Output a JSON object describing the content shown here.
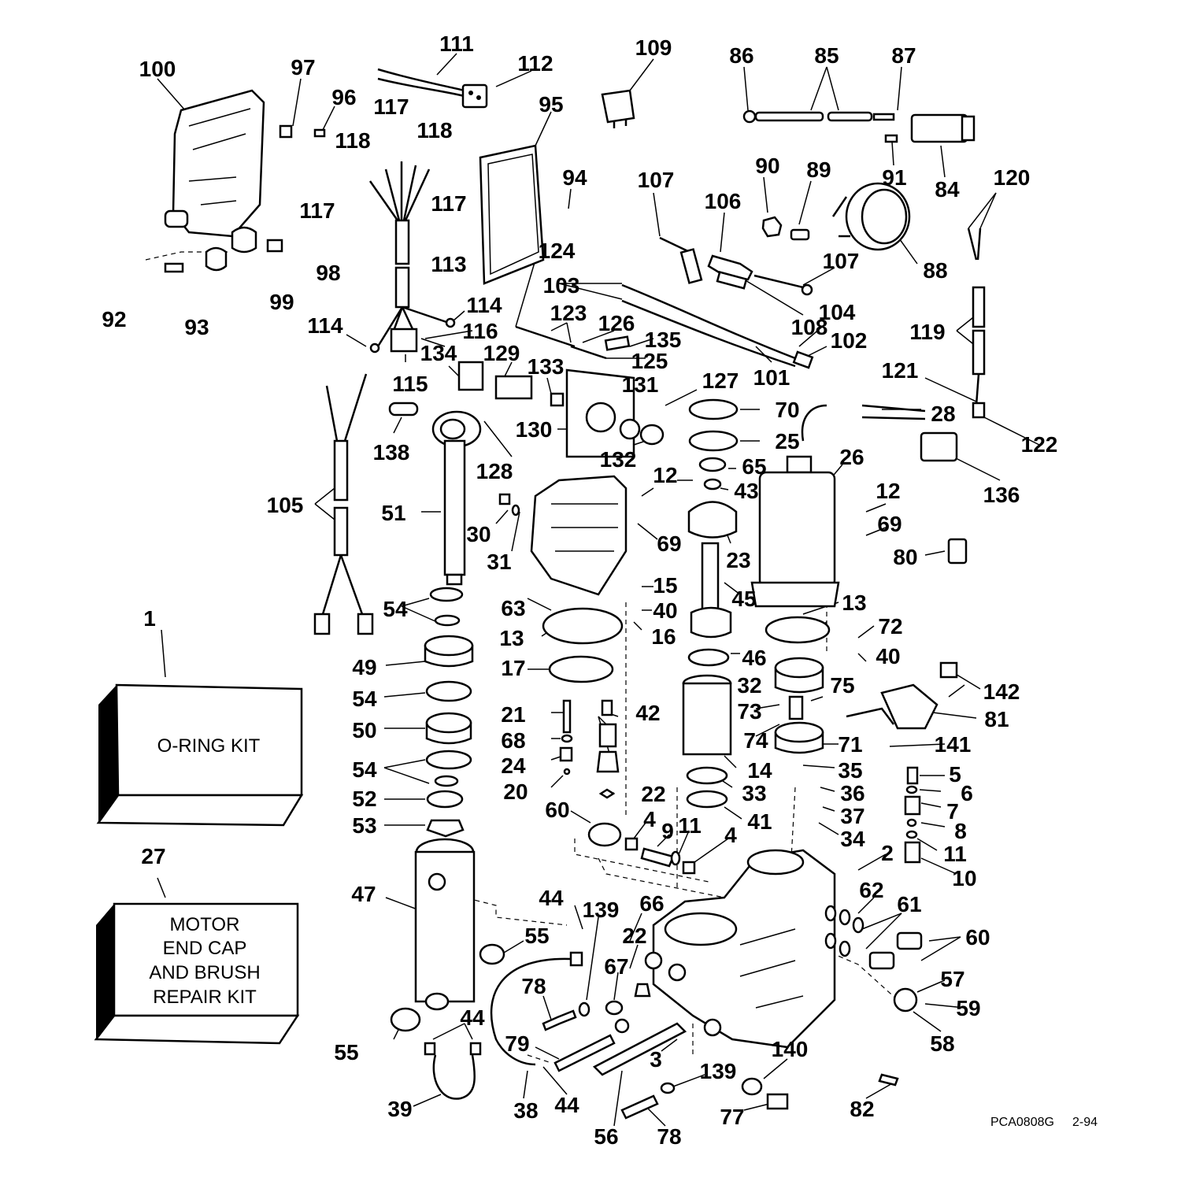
{
  "callouts": {
    "c1": "1",
    "c2": "2",
    "c3": "3",
    "c4a": "4",
    "c4b": "4",
    "c5": "5",
    "c6": "6",
    "c7": "7",
    "c8": "8",
    "c9": "9",
    "c10": "10",
    "c11a": "11",
    "c11b": "11",
    "c12a": "12",
    "c12b": "12",
    "c13a": "13",
    "c13b": "13",
    "c14": "14",
    "c15": "15",
    "c16": "16",
    "c17": "17",
    "c20": "20",
    "c21": "21",
    "c22a": "22",
    "c22b": "22",
    "c23": "23",
    "c24": "24",
    "c25": "25",
    "c26": "26",
    "c27": "27",
    "c28": "28",
    "c30": "30",
    "c31": "31",
    "c32": "32",
    "c33": "33",
    "c34": "34",
    "c35": "35",
    "c36": "36",
    "c37": "37",
    "c38": "38",
    "c39": "39",
    "c40a": "40",
    "c40b": "40",
    "c41": "41",
    "c42": "42",
    "c43": "43",
    "c44a": "44",
    "c44b": "44",
    "c44c": "44",
    "c45": "45",
    "c46": "46",
    "c47": "47",
    "c49": "49",
    "c50": "50",
    "c51": "51",
    "c52": "52",
    "c53": "53",
    "c54a": "54",
    "c54b": "54",
    "c54c": "54",
    "c55a": "55",
    "c55b": "55",
    "c56": "56",
    "c57": "57",
    "c58": "58",
    "c59": "59",
    "c60a": "60",
    "c60b": "60",
    "c61": "61",
    "c62": "62",
    "c63": "63",
    "c65": "65",
    "c66": "66",
    "c67": "67",
    "c68": "68",
    "c69a": "69",
    "c69b": "69",
    "c70": "70",
    "c71": "71",
    "c72": "72",
    "c73": "73",
    "c74": "74",
    "c75": "75",
    "c77": "77",
    "c78a": "78",
    "c78b": "78",
    "c79": "79",
    "c80": "80",
    "c81": "81",
    "c82": "82",
    "c84": "84",
    "c85": "85",
    "c86": "86",
    "c87": "87",
    "c88": "88",
    "c89": "89",
    "c90": "90",
    "c91": "91",
    "c92": "92",
    "c93": "93",
    "c94": "94",
    "c95": "95",
    "c96": "96",
    "c97": "97",
    "c98": "98",
    "c99": "99",
    "c100": "100",
    "c101": "101",
    "c102": "102",
    "c103": "103",
    "c104": "104",
    "c105": "105",
    "c106": "106",
    "c107a": "107",
    "c107b": "107",
    "c108": "108",
    "c109": "109",
    "c111": "111",
    "c112": "112",
    "c113": "113",
    "c114a": "114",
    "c114b": "114",
    "c115": "115",
    "c116": "116",
    "c117a": "117",
    "c117b": "117",
    "c117c": "117",
    "c118a": "118",
    "c118b": "118",
    "c119": "119",
    "c120": "120",
    "c121": "121",
    "c122": "122",
    "c123": "123",
    "c124": "124",
    "c125": "125",
    "c126": "126",
    "c127": "127",
    "c128": "128",
    "c129": "129",
    "c130": "130",
    "c131": "131",
    "c132": "132",
    "c133": "133",
    "c134": "134",
    "c135": "135",
    "c136": "136",
    "c138": "138",
    "c139a": "139",
    "c139b": "139",
    "c140": "140",
    "c141": "141",
    "c142": "142"
  },
  "kits": {
    "oring_kit": "O-RING KIT",
    "motor_kit_line1": "MOTOR",
    "motor_kit_line2": "END CAP",
    "motor_kit_line3": "AND BRUSH",
    "motor_kit_line4": "REPAIR KIT"
  },
  "footer": {
    "drawing_code": "PCA0808G",
    "date_code": "2-94"
  }
}
